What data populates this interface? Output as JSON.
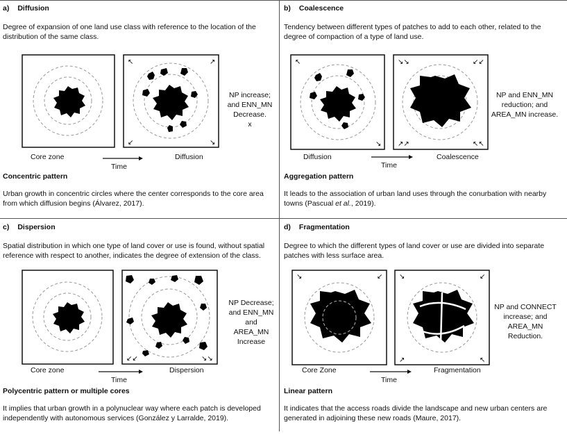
{
  "panels": {
    "a": {
      "letter": "a)",
      "title": "Diffusion",
      "desc": "Degree of expansion of one land use class with reference to the location of the distribution of the same class.",
      "left_label": "Core zone",
      "right_label": "Diffusion",
      "time_label": "Time",
      "note_lines": [
        "NP increase;",
        "and ENN_MN",
        "Decrease.",
        "x"
      ],
      "pattern": "Concentric pattern",
      "pattern_desc": "Urban growth in concentric circles where the center corresponds to the core area from which diffusion begins (Álvarez, 2017)."
    },
    "b": {
      "letter": "b)",
      "title": "Coalescence",
      "desc": "Tendency between different types of patches to add to each other, related to the degree of compaction of a type of land use.",
      "left_label": "Diffusion",
      "right_label": "Coalescence",
      "time_label": "Time",
      "note_lines": [
        "NP and ENN_MN",
        "reduction; and",
        "AREA_MN increase."
      ],
      "pattern": "Aggregation pattern",
      "pattern_desc_pre": "It leads to the association of urban land uses through the conurbation with nearby towns (Pascual ",
      "pattern_desc_em": "et al.",
      "pattern_desc_post": ", 2019)."
    },
    "c": {
      "letter": "c)",
      "title": "Dispersion",
      "desc": "Spatial distribution in which one type of land cover or use is found, without spatial reference with respect to another, indicates the degree of extension of the class.",
      "left_label": "Core zone",
      "right_label": "Dispersion",
      "time_label": "Time",
      "note_lines": [
        "NP Decrease;",
        "and ENN_MN",
        "and",
        "AREA_MN",
        "Increase"
      ],
      "pattern": "Polycentric pattern or multiple cores",
      "pattern_desc": "It implies that urban growth in a polynuclear way where each patch is developed independently with autonomous services (González y Larralde, 2019)."
    },
    "d": {
      "letter": "d)",
      "title": "Fragmentation",
      "desc": "Degree to which the different types of land cover or use are divided into separate patches with less surface area.",
      "left_label": "Core Zone",
      "right_label": "Fragmentation",
      "time_label": "Time",
      "note_lines": [
        "NP and CONNECT",
        "increase; and",
        "AREA_MN",
        "Reduction."
      ],
      "pattern": "Linear pattern",
      "pattern_desc": "It indicates that the access roads divide the landscape and new urban centers are generated in adjoining these new roads (Maure, 2017)."
    }
  }
}
